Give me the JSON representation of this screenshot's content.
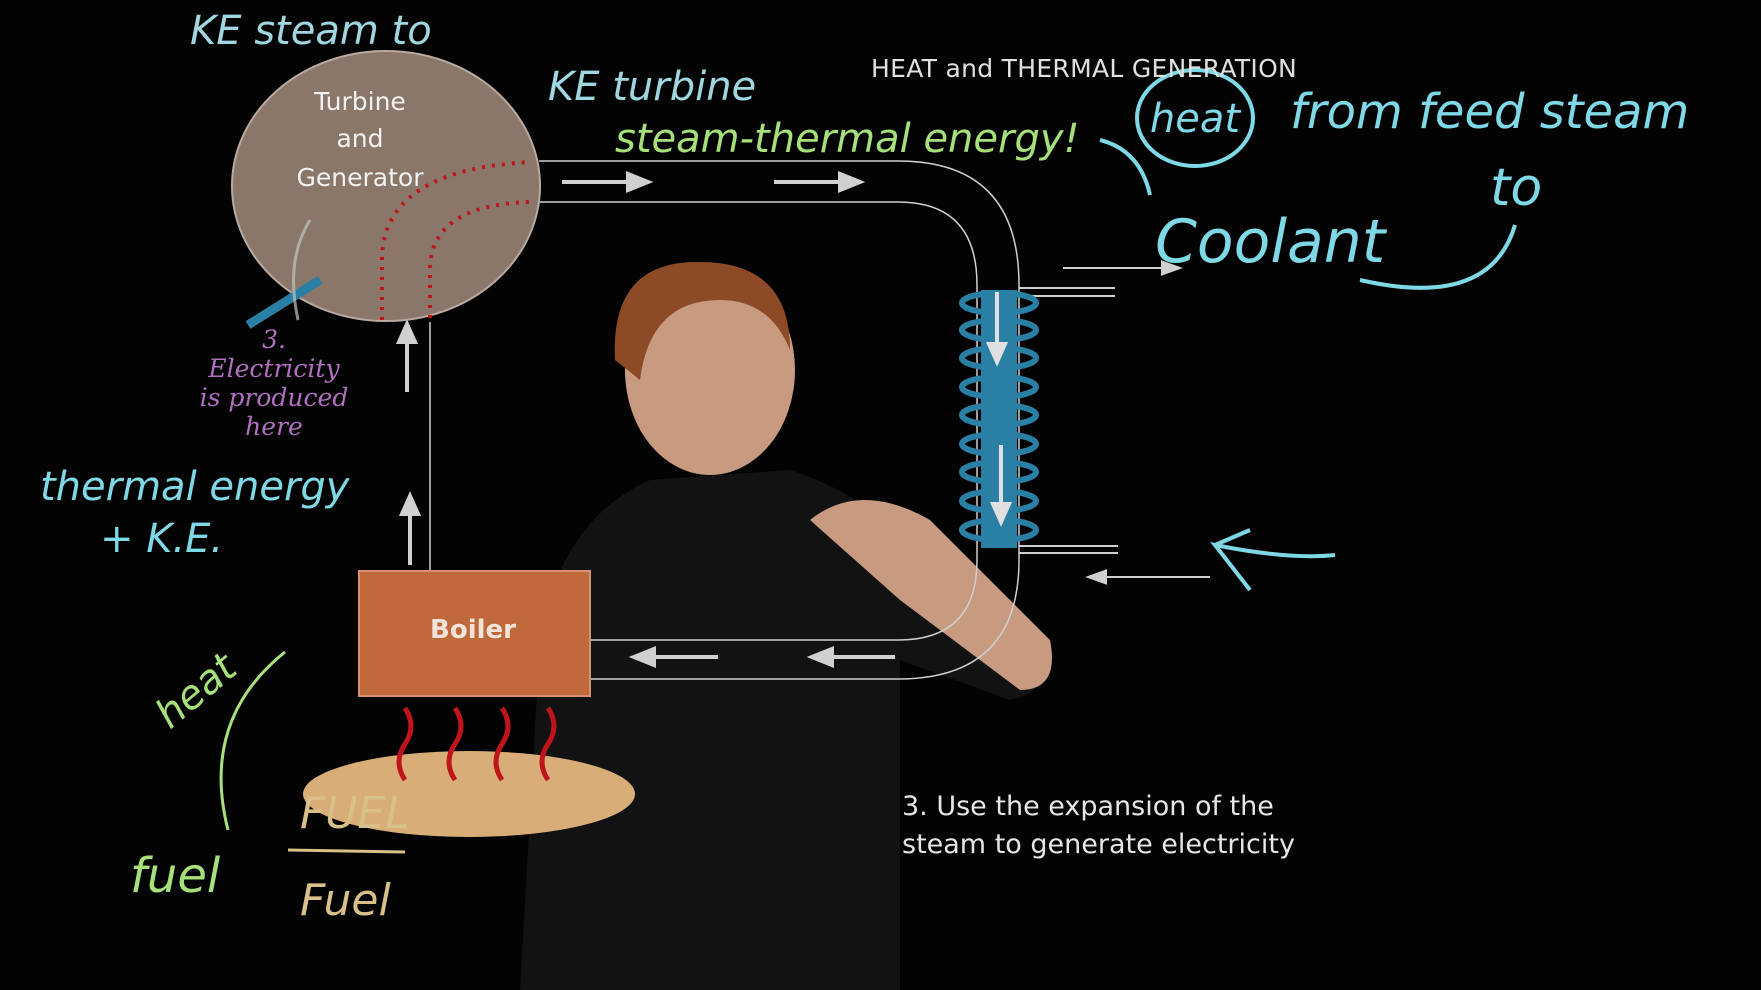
{
  "title": "HEAT and THERMAL GENERATION",
  "diagram": {
    "turbine_label_1": "Turbine",
    "turbine_label_2": "and",
    "turbine_label_3": "Generator",
    "boiler_label": "Boiler",
    "electricity_note": [
      "3.",
      "Electricity",
      "is produced",
      "here"
    ],
    "caption": [
      "3. Use the expansion of the",
      "steam to generate electricity"
    ]
  },
  "handwriting": {
    "ke_steam_to": "KE steam to",
    "ke_turbine": "KE turbine",
    "steam_thermal": "steam-thermal energy!",
    "heat": "heat",
    "from_feed_steam": "from feed steam",
    "to": "to",
    "coolant": "Coolant",
    "thermal_energy": "thermal energy",
    "plus_ke": "+ K.E.",
    "heat_left": "heat",
    "fuel_green": "fuel",
    "fuel_1": "FUEL",
    "fuel_2": "Fuel"
  },
  "colors": {
    "turbine": "#8a776a",
    "boiler": "#c0693a",
    "fuel": "#d8ad78",
    "exchanger": "#2a7fa5",
    "cyan_ink": "#7fd8e6",
    "green_ink": "#a6e07a",
    "purple_text": "#b070c0",
    "flame": "#c0141a"
  }
}
